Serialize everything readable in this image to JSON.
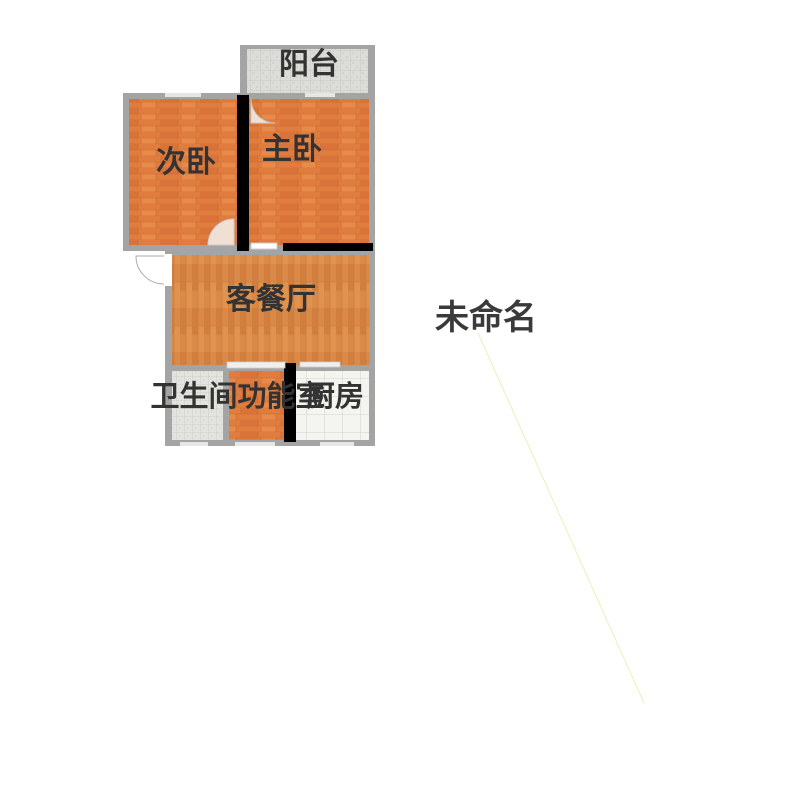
{
  "plan": {
    "title": "未命名",
    "rooms": {
      "balcony": "阳台",
      "second_bedroom": "次卧",
      "master_bedroom": "主卧",
      "living_dining": "客餐厅",
      "bathroom": "卫生间",
      "kitchen": "厨房",
      "utility": "功能室"
    }
  },
  "colors": {
    "wood_base": "#e07d3e",
    "wood_dark": "#c96a2c",
    "living_wood": "#d98a48",
    "tile_light": "#e6e6e2",
    "tile_line": "#b9b9b5",
    "wall_gray": "#a4a4a4",
    "wall_black": "#000000",
    "window": "#dcdcdc"
  }
}
